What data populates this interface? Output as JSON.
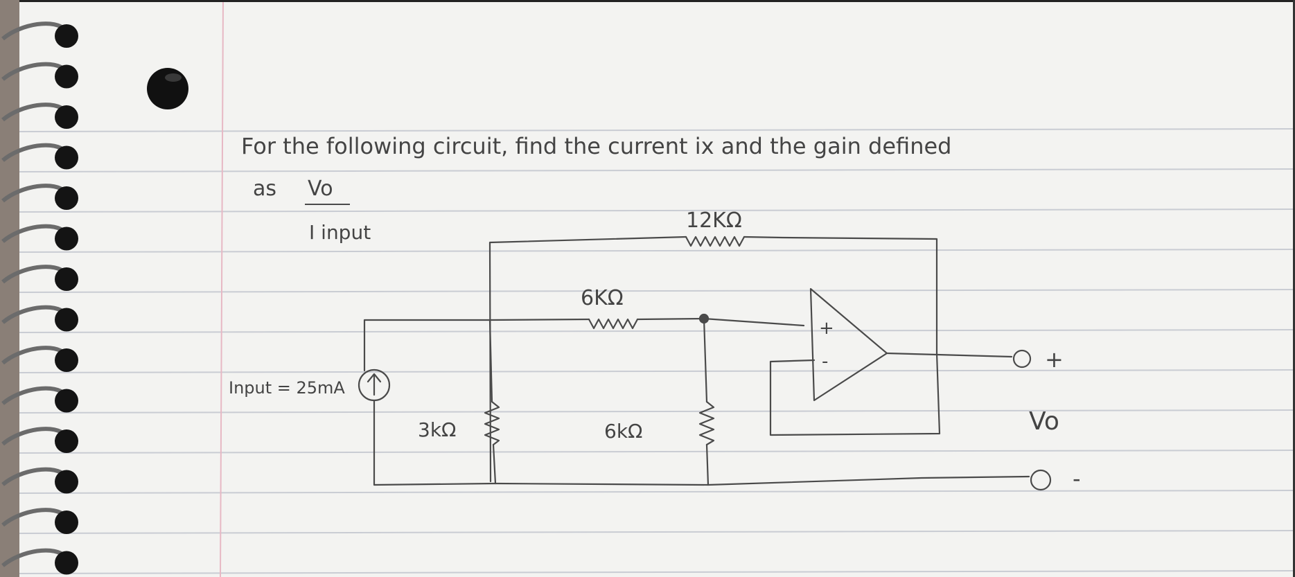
{
  "problem": {
    "line1": "For the following circuit, find the current ix and the gain defined",
    "line2_prefix": "as",
    "fraction_numerator": "Vo",
    "fraction_denominator": "I input"
  },
  "circuit": {
    "r_feedback_label": "12KΩ",
    "r_series_label": "6KΩ",
    "r_left_shunt_label": "3kΩ",
    "r_right_shunt_label": "6kΩ",
    "source_label": "Input = 25mA",
    "opamp_plus": "+",
    "opamp_minus": "-",
    "output_plus": "+",
    "output_minus": "-",
    "output_label": "Vo"
  },
  "colors": {
    "paper": "#f3f3f1",
    "ruled_line": "#c9ccd3",
    "margin_line": "#e7b8c4",
    "ink": "#4a4a4a",
    "pencil": "#6a6a6a"
  },
  "icons": [
    "spiral-ring-icon",
    "hole-punch-icon",
    "current-source-arrow-icon"
  ]
}
